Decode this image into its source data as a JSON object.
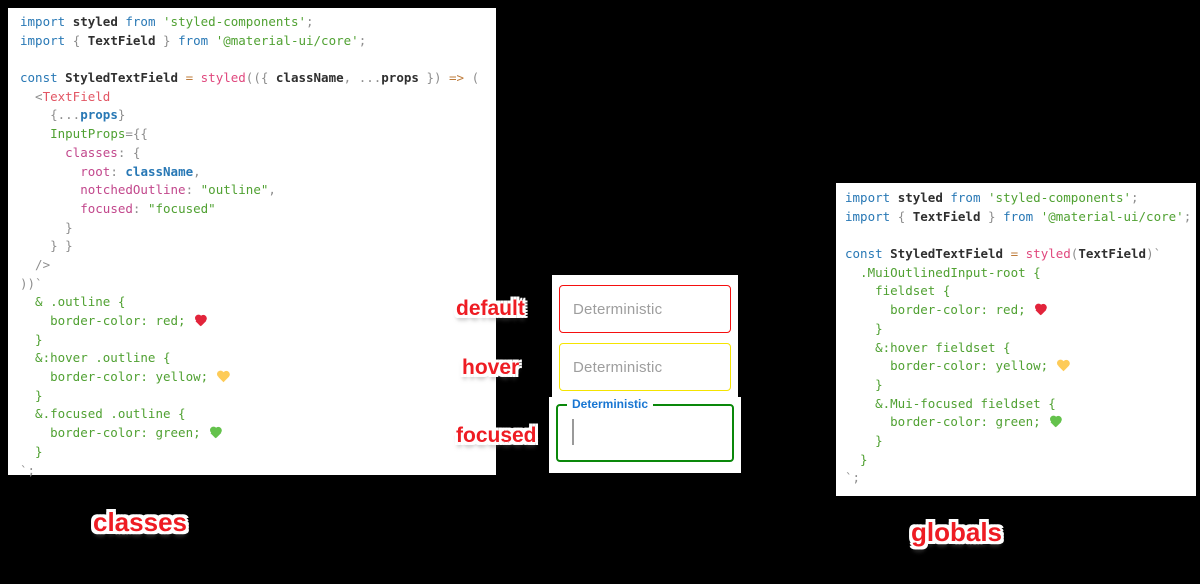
{
  "titles": {
    "left": "classes",
    "right": "globals"
  },
  "demo": {
    "placeholder": "Deterministic",
    "focused_label": "Deterministic",
    "labels": [
      "default",
      "hover",
      "focused"
    ],
    "border_colors": {
      "default": "#f50f0f",
      "hover": "#f5e400",
      "focused": "#0a880a"
    },
    "focused_label_color": "#1876d2"
  },
  "syntax_colors": {
    "keyword": "#2878b5",
    "identifier": "#2f2f2f",
    "string_css": "#50a132",
    "property": "#c2478c",
    "call": "#e0487e",
    "jsx_tag": "#e25664",
    "operator": "#be7b3a",
    "punctuation": "#8e8e8e"
  },
  "code_left": {
    "lines": [
      [
        [
          "kw",
          "import "
        ],
        [
          "id",
          "styled "
        ],
        [
          "kw",
          "from "
        ],
        [
          "str",
          "'styled-components'"
        ],
        [
          "pun",
          ";"
        ]
      ],
      [
        [
          "kw",
          "import "
        ],
        [
          "pun",
          "{ "
        ],
        [
          "id",
          "TextField"
        ],
        [
          "pun",
          " } "
        ],
        [
          "kw",
          "from "
        ],
        [
          "str",
          "'@material-ui/core'"
        ],
        [
          "pun",
          ";"
        ]
      ],
      [],
      [
        [
          "kw",
          "const "
        ],
        [
          "id",
          "StyledTextField "
        ],
        [
          "op",
          "= "
        ],
        [
          "pink",
          "styled"
        ],
        [
          "pun",
          "(({ "
        ],
        [
          "id",
          "className"
        ],
        [
          "pun",
          ", ..."
        ],
        [
          "id",
          "props"
        ],
        [
          "pun",
          " }) "
        ],
        [
          "op",
          "=>"
        ],
        [
          "pun",
          " ("
        ]
      ],
      [
        [
          "pun",
          "  <"
        ],
        [
          "tag",
          "TextField"
        ]
      ],
      [
        [
          "pun",
          "    {..."
        ],
        [
          "var",
          "props"
        ],
        [
          "pun",
          "}"
        ]
      ],
      [
        [
          "pun",
          "    "
        ],
        [
          "str",
          "InputProps"
        ],
        [
          "pun",
          "={{"
        ]
      ],
      [
        [
          "pun",
          "      "
        ],
        [
          "prop",
          "classes"
        ],
        [
          "pun",
          ": {"
        ]
      ],
      [
        [
          "pun",
          "        "
        ],
        [
          "prop",
          "root"
        ],
        [
          "pun",
          ": "
        ],
        [
          "var",
          "className"
        ],
        [
          "pun",
          ","
        ]
      ],
      [
        [
          "pun",
          "        "
        ],
        [
          "prop",
          "notchedOutline"
        ],
        [
          "pun",
          ": "
        ],
        [
          "str",
          "\"outline\""
        ],
        [
          "pun",
          ","
        ]
      ],
      [
        [
          "pun",
          "        "
        ],
        [
          "prop",
          "focused"
        ],
        [
          "pun",
          ": "
        ],
        [
          "str",
          "\"focused\""
        ]
      ],
      [
        [
          "pun",
          "      }"
        ]
      ],
      [
        [
          "pun",
          "    } }"
        ]
      ],
      [
        [
          "pun",
          "  />"
        ]
      ],
      [
        [
          "pun",
          "))`"
        ]
      ],
      [
        [
          "str",
          "  & .outline {"
        ]
      ],
      [
        [
          "str",
          "    border-color: red; "
        ],
        [
          "heart",
          "red"
        ]
      ],
      [
        [
          "str",
          "  }"
        ]
      ],
      [
        [
          "str",
          "  &:hover .outline {"
        ]
      ],
      [
        [
          "str",
          "    border-color: yellow; "
        ],
        [
          "heart",
          "yellow"
        ]
      ],
      [
        [
          "str",
          "  }"
        ]
      ],
      [
        [
          "str",
          "  &.focused .outline {"
        ]
      ],
      [
        [
          "str",
          "    border-color: green; "
        ],
        [
          "heart",
          "green"
        ]
      ],
      [
        [
          "str",
          "  }"
        ]
      ],
      [
        [
          "pun",
          "`;"
        ]
      ]
    ]
  },
  "code_right": {
    "lines": [
      [
        [
          "kw",
          "import "
        ],
        [
          "id",
          "styled "
        ],
        [
          "kw",
          "from "
        ],
        [
          "str",
          "'styled-components'"
        ],
        [
          "pun",
          ";"
        ]
      ],
      [
        [
          "kw",
          "import "
        ],
        [
          "pun",
          "{ "
        ],
        [
          "id",
          "TextField"
        ],
        [
          "pun",
          " } "
        ],
        [
          "kw",
          "from "
        ],
        [
          "str",
          "'@material-ui/core'"
        ],
        [
          "pun",
          ";"
        ]
      ],
      [],
      [
        [
          "kw",
          "const "
        ],
        [
          "id",
          "StyledTextField "
        ],
        [
          "op",
          "= "
        ],
        [
          "pink",
          "styled"
        ],
        [
          "pun",
          "("
        ],
        [
          "id",
          "TextField"
        ],
        [
          "pun",
          ")`"
        ]
      ],
      [
        [
          "str",
          "  .MuiOutlinedInput-root {"
        ]
      ],
      [
        [
          "str",
          "    fieldset {"
        ]
      ],
      [
        [
          "str",
          "      border-color: red; "
        ],
        [
          "heart",
          "red"
        ]
      ],
      [
        [
          "str",
          "    }"
        ]
      ],
      [
        [
          "str",
          "    &:hover fieldset {"
        ]
      ],
      [
        [
          "str",
          "      border-color: yellow; "
        ],
        [
          "heart",
          "yellow"
        ]
      ],
      [
        [
          "str",
          "    }"
        ]
      ],
      [
        [
          "str",
          "    &.Mui-focused fieldset {"
        ]
      ],
      [
        [
          "str",
          "      border-color: green; "
        ],
        [
          "heart",
          "green"
        ]
      ],
      [
        [
          "str",
          "    }"
        ]
      ],
      [
        [
          "str",
          "  }"
        ]
      ],
      [
        [
          "pun",
          "`;"
        ]
      ]
    ]
  }
}
